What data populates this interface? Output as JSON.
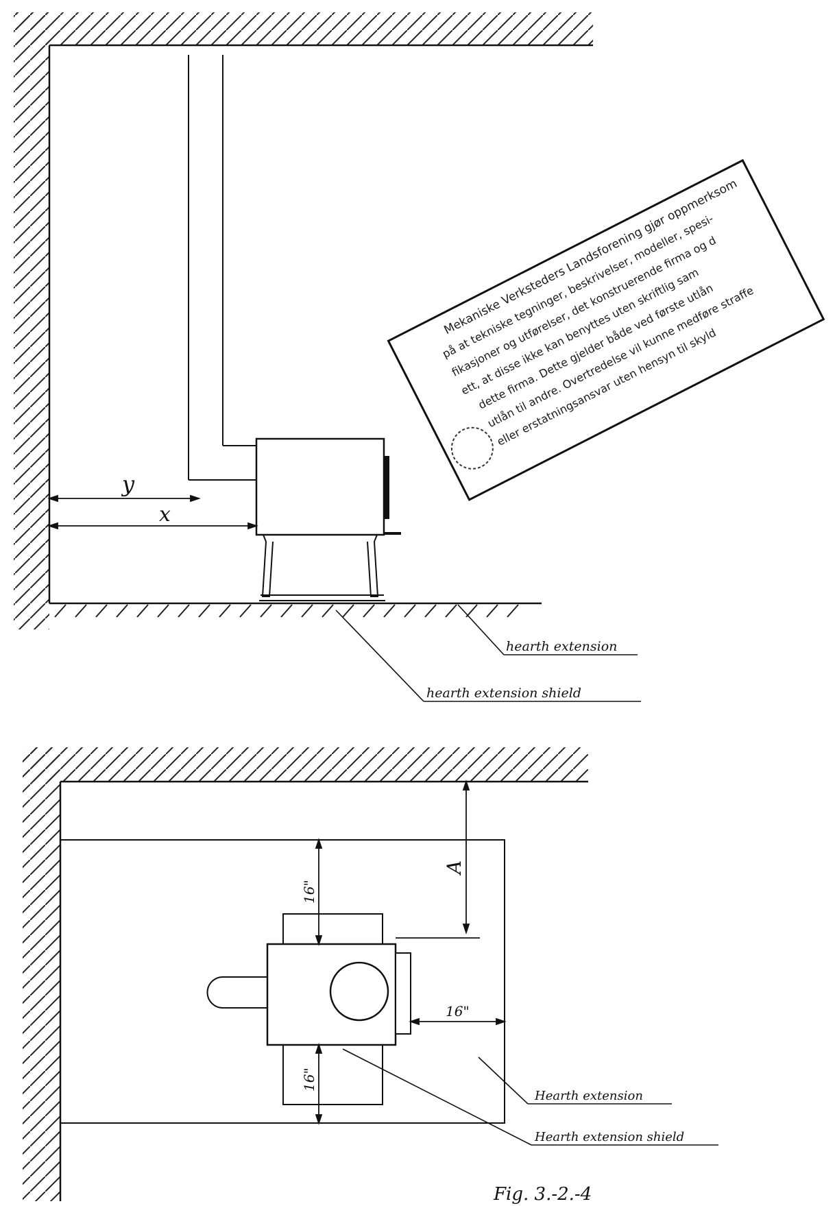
{
  "side_view": {
    "dim_y": "y",
    "dim_x": "x",
    "hearth_extension": "hearth extension",
    "hearth_extension_shield": "hearth extension shield"
  },
  "top_view": {
    "dim_a": "A",
    "clear_front": "16\"",
    "clear_side": "16\"",
    "clear_rear": "16\"",
    "hearth_extension": "Hearth extension",
    "hearth_extension_shield": "Hearth extension shield"
  },
  "figure_label": "Fig. 3.-2.-4",
  "stamp": {
    "lines": [
      "Mekaniske Verksteders Landsforening gjør oppmerksom",
      "på at tekniske tegninger, beskrivelser, modeller, spesi-",
      "fikasjoner og utførelser, det konstruerende firma og d",
      "ett, at disse ikke kan benyttes uten skriftlig sam",
      "dette firma. Dette gjelder både ved første utlån",
      "utlån til andre. Overtredelse vil kunne medføre straffe",
      "eller erstatningsansvar uten hensyn til skyld"
    ]
  }
}
